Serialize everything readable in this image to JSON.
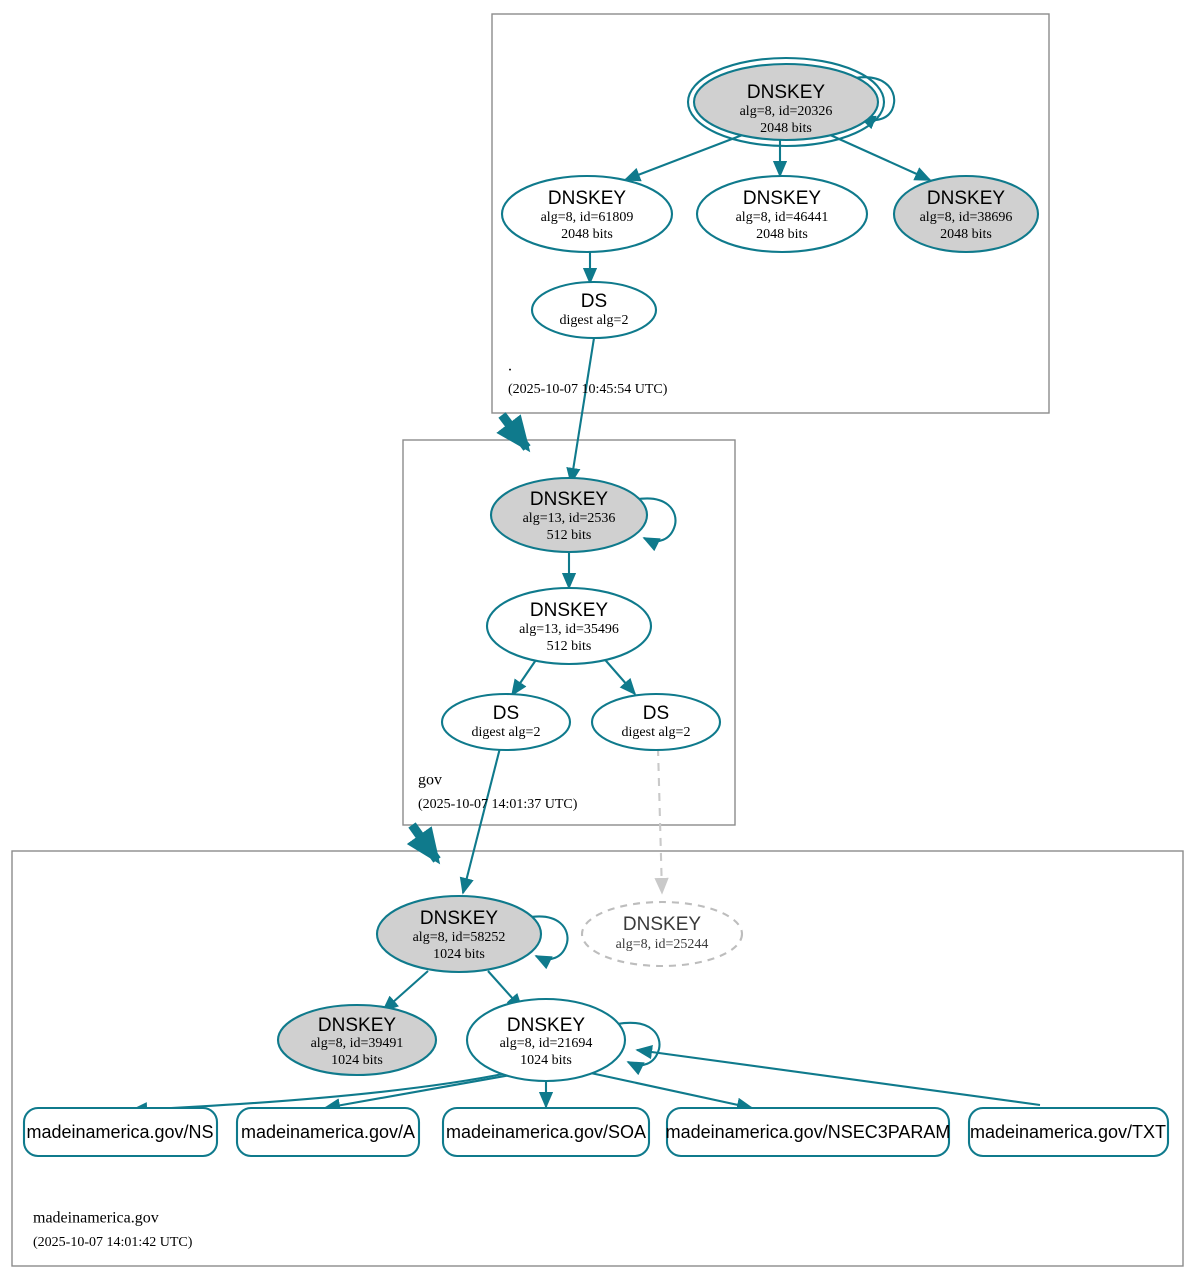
{
  "diagram": {
    "type": "dnssec-authentication-chain",
    "accent_color": "#0f7a8c",
    "shaded_fill": "#d0d0d0",
    "ghost_color": "#c9c9c9",
    "zone_border_color": "#8c8c8c"
  },
  "zones": [
    {
      "id": "root",
      "name": ".",
      "timestamp": "(2025-10-07 10:45:54 UTC)"
    },
    {
      "id": "gov",
      "name": "gov",
      "timestamp": "(2025-10-07 14:01:37 UTC)"
    },
    {
      "id": "madeinamerica",
      "name": "madeinamerica.gov",
      "timestamp": "(2025-10-07 14:01:42 UTC)"
    }
  ],
  "nodes": {
    "root_ksk": {
      "title": "DNSKEY",
      "line2": "alg=8, id=20326",
      "line3": "2048 bits"
    },
    "root_zsk_61809": {
      "title": "DNSKEY",
      "line2": "alg=8, id=61809",
      "line3": "2048 bits"
    },
    "root_zsk_46441": {
      "title": "DNSKEY",
      "line2": "alg=8, id=46441",
      "line3": "2048 bits"
    },
    "root_zsk_38696": {
      "title": "DNSKEY",
      "line2": "alg=8, id=38696",
      "line3": "2048 bits"
    },
    "root_ds": {
      "title": "DS",
      "line2": "digest alg=2"
    },
    "gov_ksk_2536": {
      "title": "DNSKEY",
      "line2": "alg=13, id=2536",
      "line3": "512 bits"
    },
    "gov_zsk_35496": {
      "title": "DNSKEY",
      "line2": "alg=13, id=35496",
      "line3": "512 bits"
    },
    "gov_ds_left": {
      "title": "DS",
      "line2": "digest alg=2"
    },
    "gov_ds_right": {
      "title": "DS",
      "line2": "digest alg=2"
    },
    "mia_ksk_58252": {
      "title": "DNSKEY",
      "line2": "alg=8, id=58252",
      "line3": "1024 bits"
    },
    "mia_ghost_25244": {
      "title": "DNSKEY",
      "line2": "alg=8, id=25244"
    },
    "mia_zsk_39491": {
      "title": "DNSKEY",
      "line2": "alg=8, id=39491",
      "line3": "1024 bits"
    },
    "mia_zsk_21694": {
      "title": "DNSKEY",
      "line2": "alg=8, id=21694",
      "line3": "1024 bits"
    }
  },
  "records": [
    {
      "id": "rr_ns",
      "label": "madeinamerica.gov/NS"
    },
    {
      "id": "rr_a",
      "label": "madeinamerica.gov/A"
    },
    {
      "id": "rr_soa",
      "label": "madeinamerica.gov/SOA"
    },
    {
      "id": "rr_nsec3param",
      "label": "madeinamerica.gov/NSEC3PARAM"
    },
    {
      "id": "rr_txt",
      "label": "madeinamerica.gov/TXT"
    }
  ]
}
